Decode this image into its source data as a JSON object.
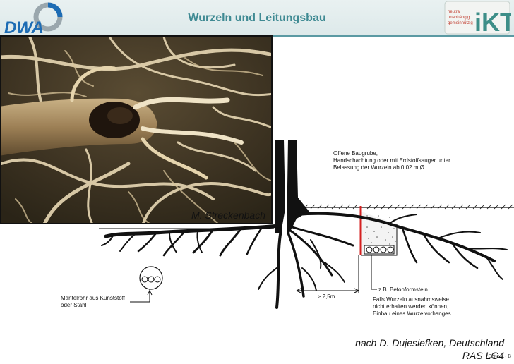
{
  "header": {
    "title": "Wurzeln und Leitungsbau",
    "logo_left_text": "DWA",
    "logo_right_text": "iKT",
    "logo_right_tagline": [
      "neutral",
      "unabhängig",
      "gemeinnützig"
    ]
  },
  "photo": {
    "credit": "M. Streckenbach"
  },
  "diagram": {
    "label_baugrube_1": "Offene Baugrube,",
    "label_baugrube_2": "Handschachtung oder mit Erdstoffsauger unter",
    "label_baugrube_3": "Belassung der Wurzeln ab 0,02 m Ø.",
    "label_mantelrohr_1": "Mantelrohr aus Kunststoff",
    "label_mantelrohr_2": "oder Stahl",
    "label_distance": "≥ 2,5m",
    "label_betonformstein": "z.B. Betonformstein",
    "label_falls_1": "Falls Wurzeln ausnahmsweise",
    "label_falls_2": "nicht erhalten werden können,",
    "label_falls_3": "Einbau eines Wurzelvorhanges"
  },
  "footer": {
    "source": "nach D. Dujesiefken, Deutschland",
    "ras": "RAS LG4",
    "slide_id": "Seite 4 · B"
  },
  "colors": {
    "title": "#3f8a93",
    "dwa_blue": "#1d6cb4",
    "ikt_green": "#3d8e88",
    "root_barrier": "#d42020"
  }
}
